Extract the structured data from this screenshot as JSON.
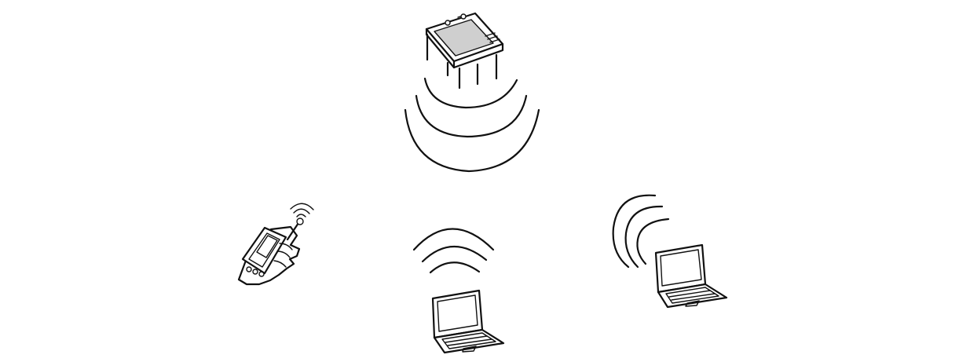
{
  "diagram": {
    "type": "wireless-network-illustration",
    "elements": [
      {
        "name": "wireless-access-point-icon",
        "kind": "access-point"
      },
      {
        "name": "handheld-device-icon",
        "kind": "handheld-scanner"
      },
      {
        "name": "laptop-center-icon",
        "kind": "laptop"
      },
      {
        "name": "laptop-right-icon",
        "kind": "laptop"
      }
    ],
    "signal_waves": {
      "access_point": 3,
      "handheld": 3,
      "laptop_center": 3,
      "laptop_right": 3
    },
    "colors": {
      "ink": "#111111",
      "background": "#ffffff",
      "shade": "#cfcfcf"
    }
  }
}
